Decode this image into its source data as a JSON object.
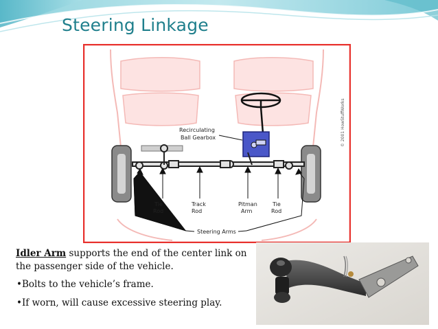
{
  "title": "Steering Linkage",
  "diagram": {
    "labels": {
      "gearbox_line1": "Recirculating",
      "gearbox_line2": "Ball Gearbox",
      "tie_rod_left_1": "Tie",
      "tie_rod_left_2": "Rod",
      "track_rod_1": "Track",
      "track_rod_2": "Rod",
      "pitman_arm_1": "Pitman",
      "pitman_arm_2": "Arm",
      "tie_rod_right_1": "Tie",
      "tie_rod_right_2": "Rod",
      "steering_arms": "Steering Arms",
      "copyright": "© 2001 HowStuffWorks"
    }
  },
  "text": {
    "idler_term": "Idler Arm",
    "idler_desc": " supports the end of the center link on the passenger side of the vehicle.",
    "bullet1": "•Bolts to the vehicle’s frame.",
    "bullet2": "•If worn, will cause excessive steering play."
  },
  "colors": {
    "title": "#1f7f8c",
    "diagram_border": "#e8322e",
    "car_outline": "#f4b9b6",
    "gearbox": "#4a57c8"
  }
}
